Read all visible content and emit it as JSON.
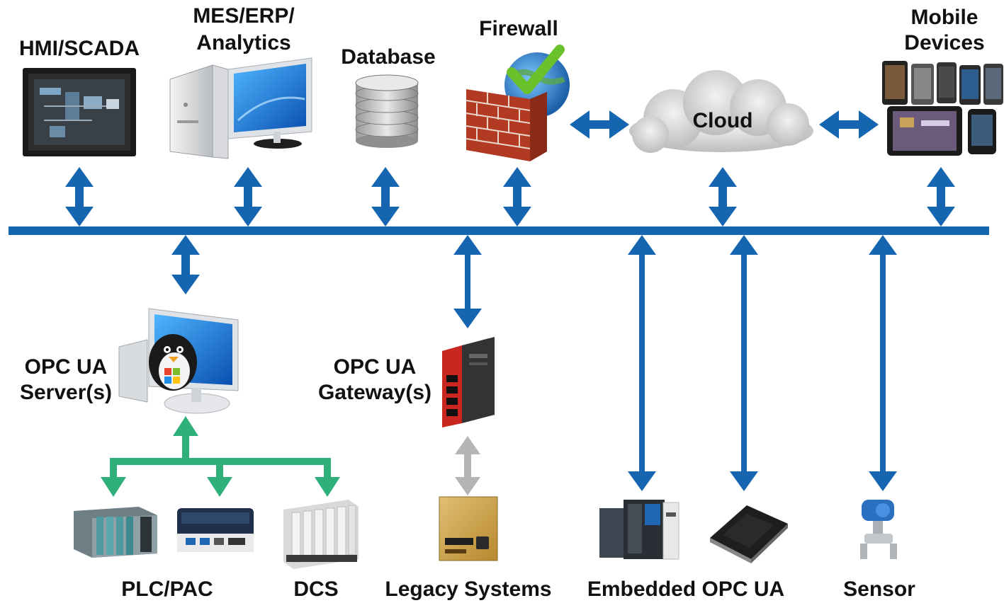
{
  "labels": {
    "hmi": "HMI/SCADA",
    "mes_line1": "MES/ERP/",
    "mes_line2": "Analytics",
    "database": "Database",
    "firewall": "Firewall",
    "cloud": "Cloud",
    "mobile_line1": "Mobile",
    "mobile_line2": "Devices",
    "opc_server_line1": "OPC UA",
    "opc_server_line2": "Server(s)",
    "opc_gateway_line1": "OPC UA",
    "opc_gateway_line2": "Gateway(s)",
    "plc": "PLC/PAC",
    "dcs": "DCS",
    "legacy": "Legacy Systems",
    "embedded": "Embedded OPC UA",
    "sensor": "Sensor"
  },
  "colors": {
    "bus": "#1565b0",
    "field_link": "#2fb07a",
    "legacy_link": "#b5b5b5",
    "text": "#111111"
  },
  "icons": {
    "hmi": "hmi-panel-icon",
    "mes": "workstation-icon",
    "database": "database-icon",
    "firewall": "firewall-icon",
    "cloud": "cloud-icon",
    "mobile": "mobile-devices-icon",
    "opc_server": "linux-windows-pc-icon",
    "opc_gateway": "gateway-device-icon",
    "plc": "plc-rack-icon",
    "pac": "pac-controller-icon",
    "dcs": "dcs-modules-icon",
    "legacy": "legacy-box-icon",
    "embedded": "embedded-controller-icon",
    "chip": "opc-ua-chip-icon",
    "sensor": "pressure-sensor-icon"
  }
}
